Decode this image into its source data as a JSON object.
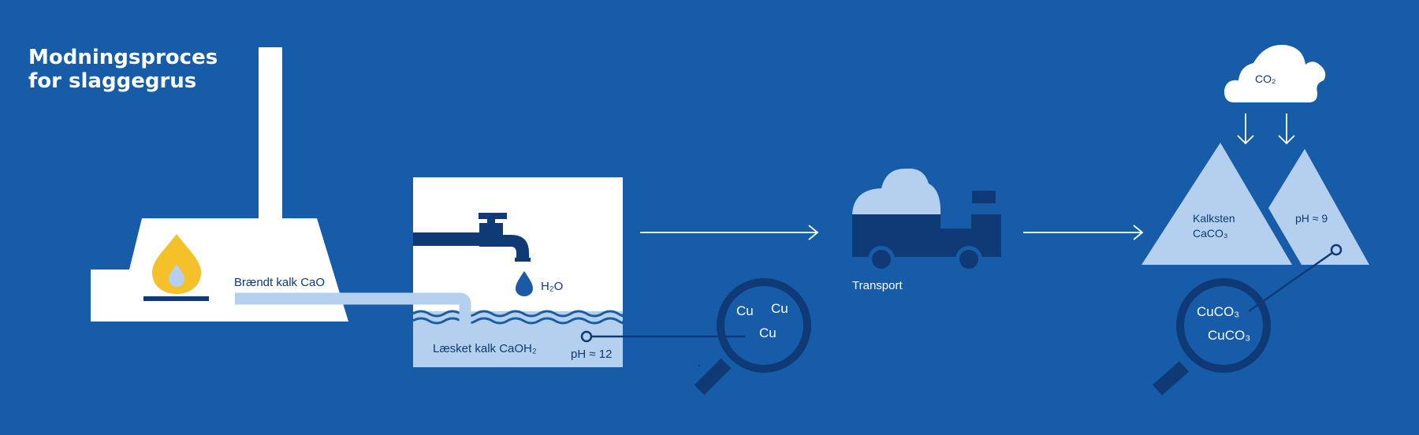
{
  "title": {
    "line1": "Modningsproces",
    "line2": "for slaggegrus"
  },
  "labels": {
    "burnt_lime": "Brændt kalk CaO",
    "water": "H₂O",
    "slaked_lime": "Læsket kalk CaOH₂",
    "ph_high": "pH ≈ 12",
    "transport": "Transport",
    "co2": "CO₂",
    "limestone_line1": "Kalksten",
    "limestone_line2": "CaCO₃",
    "ph_low": "pH ≈ 9"
  },
  "magnifier_1": {
    "items": [
      "Cu",
      "Cu",
      "Cu"
    ]
  },
  "magnifier_2": {
    "items": [
      "CuCO₃",
      "CuCO₃"
    ]
  },
  "colors": {
    "background": "#175ca8",
    "dark_navy": "#0f3a75",
    "light_blue": "#b5d0ee",
    "white": "#ffffff",
    "flame_yellow": "#f4c12a"
  }
}
